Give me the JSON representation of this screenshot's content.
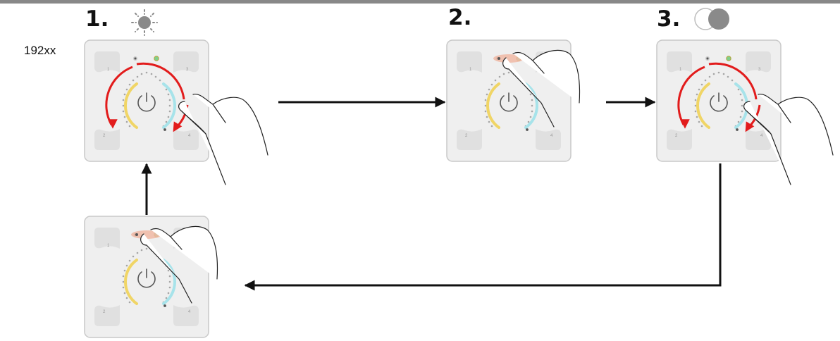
{
  "header": {
    "model": "192xx"
  },
  "steps": [
    {
      "label": "1.",
      "icon": "light-on-icon"
    },
    {
      "label": "2."
    },
    {
      "label": "3.",
      "icon": "toggle-off-icon"
    }
  ],
  "panel": {
    "zone_numbers": [
      "1",
      "2",
      "3",
      "4"
    ]
  },
  "colors": {
    "arrow": "#111111",
    "rotate_arrow": "#e21c1c",
    "warm_arc": "#f0d566",
    "cool_arc": "#a7e3ea",
    "panel_face": "#efefef",
    "panel_border": "#c9c9c9",
    "touch_highlight": "#f0b9a4"
  }
}
